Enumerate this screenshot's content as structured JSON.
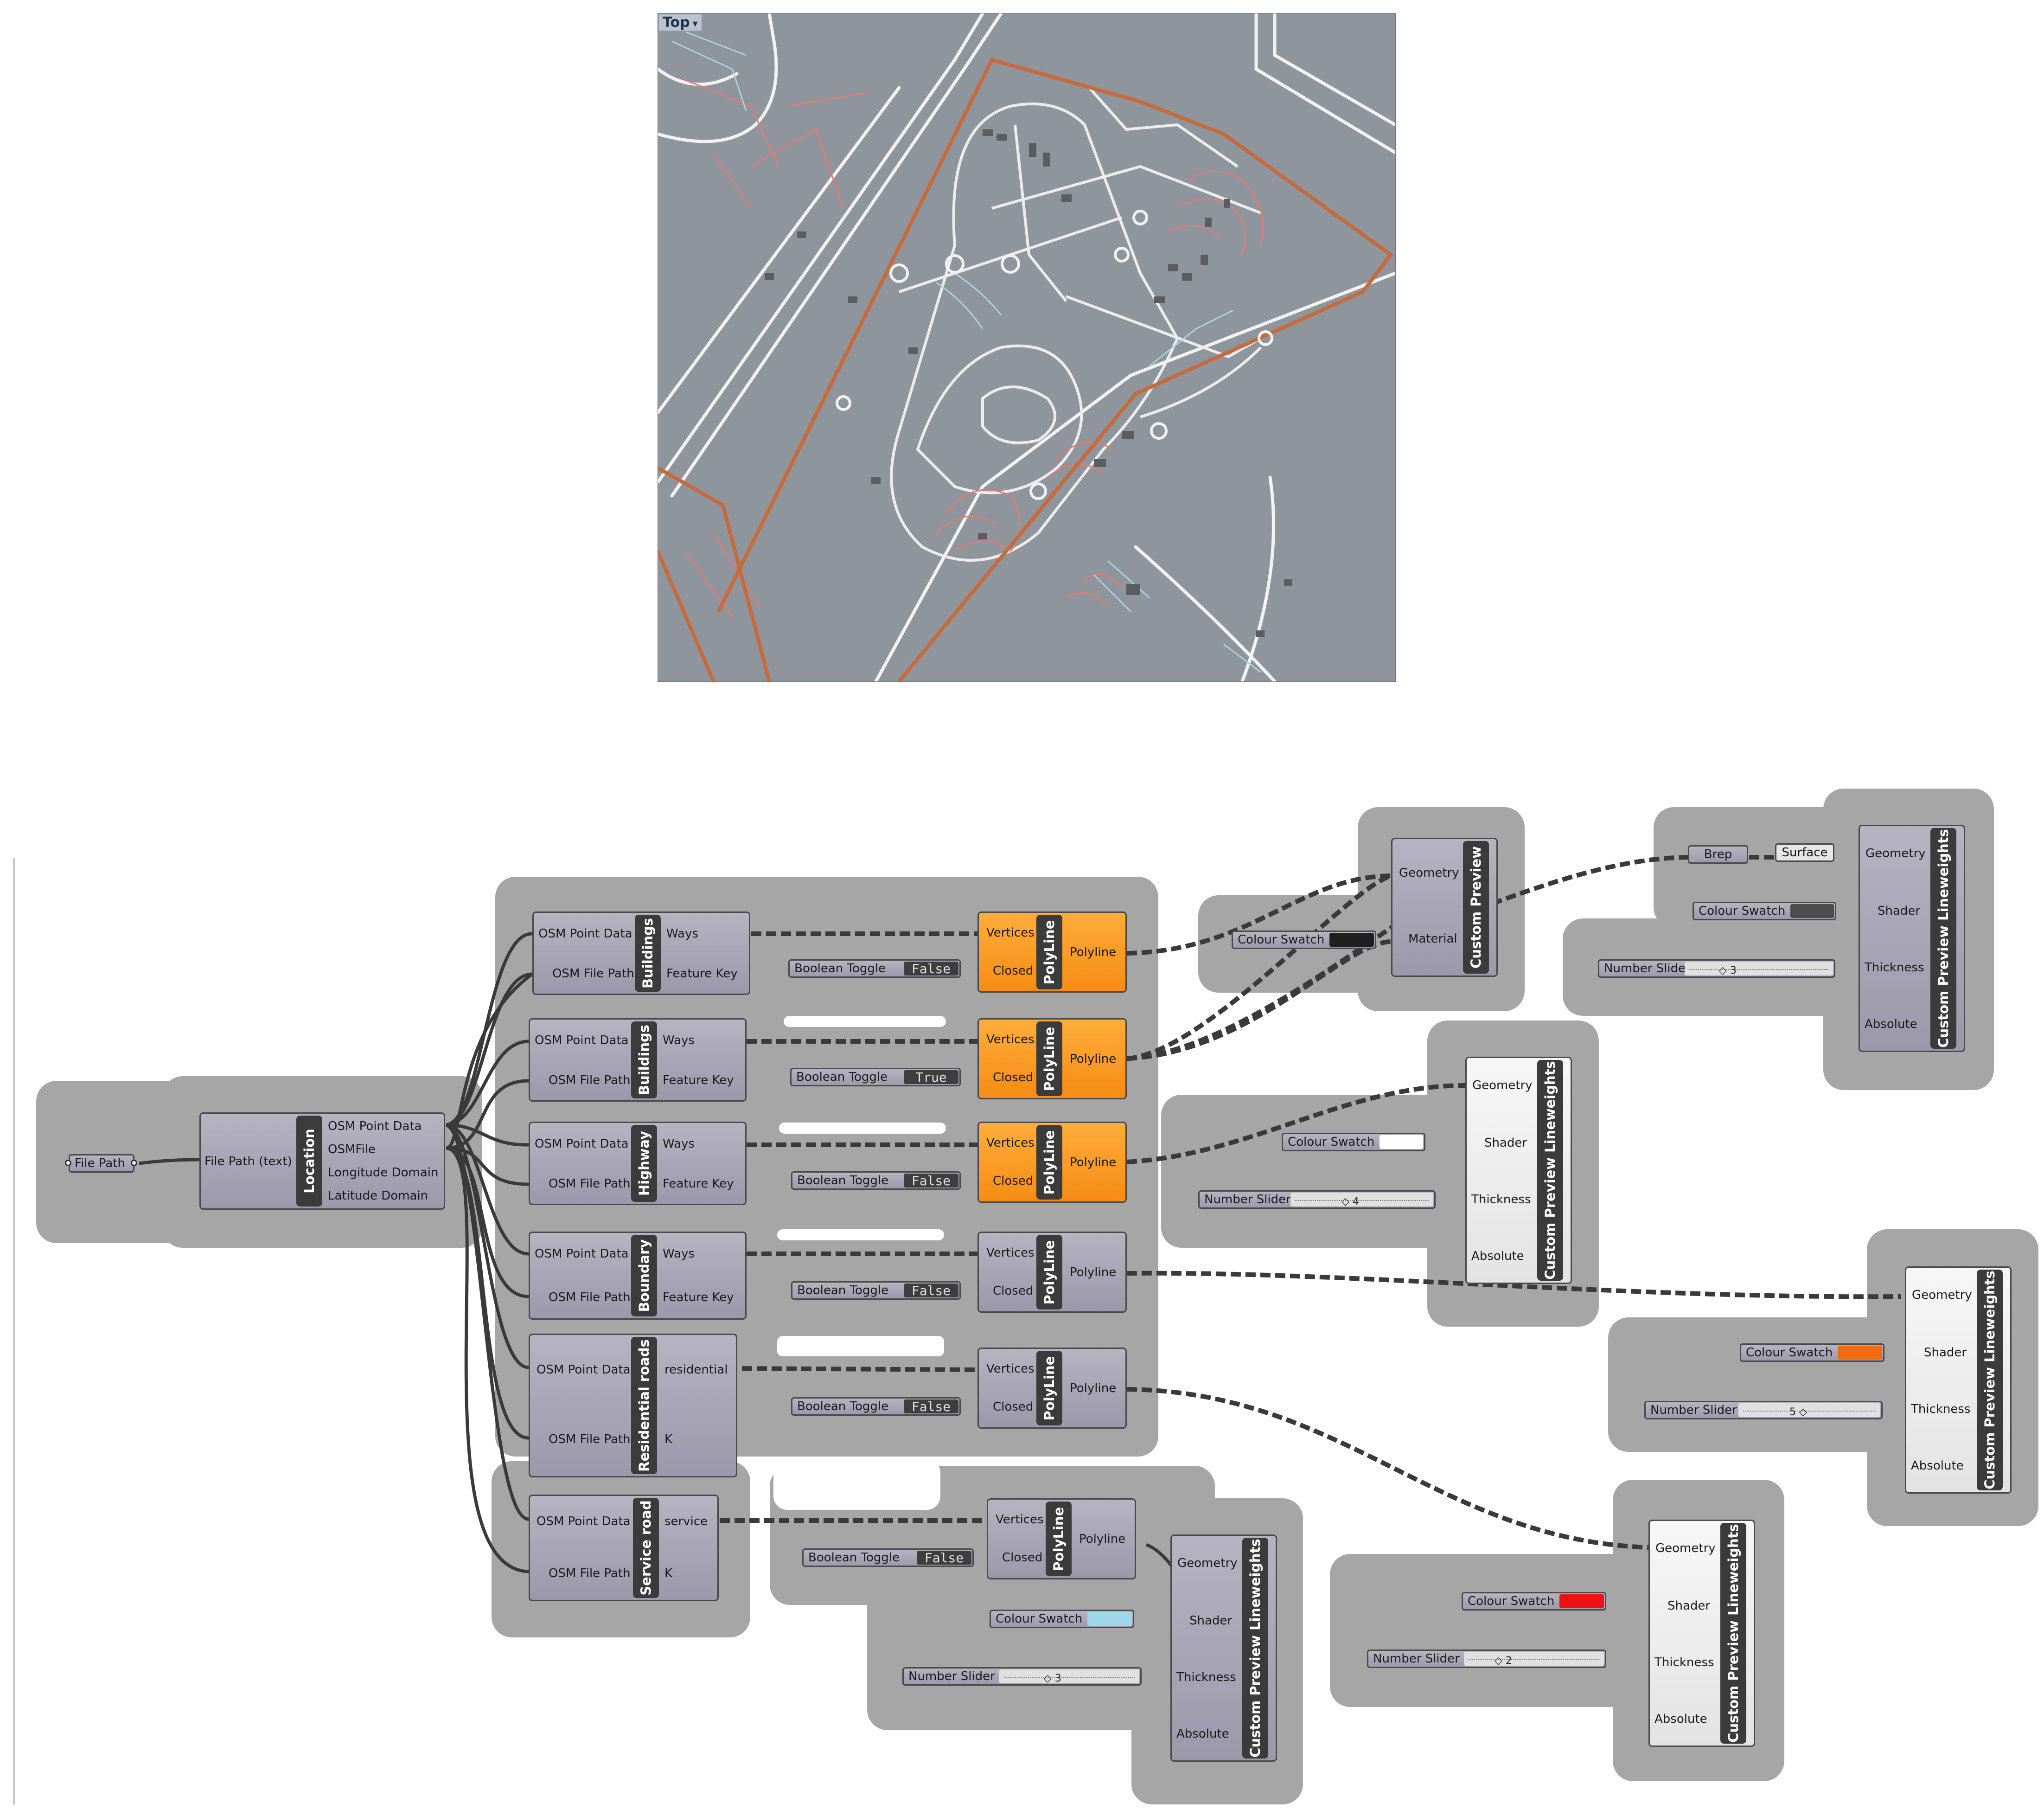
{
  "viewport": {
    "label": "Top",
    "background": "#8e959c",
    "colors": {
      "roads": "#f4f4f4",
      "residential": "#e07a6e",
      "service": "#a9d3e3",
      "boundary": "#c76a3c",
      "buildings": "#55585c"
    }
  },
  "components": {
    "file_path": {
      "label": "File Path"
    },
    "location": {
      "name": "Location",
      "input": "File Path (text)",
      "outputs": [
        "OSM Point Data",
        "OSMFile",
        "Longitude Domain",
        "Latitude Domain"
      ]
    },
    "buildings1": {
      "name": "Buildings",
      "inputs": [
        "OSM Point Data",
        "OSM File Path"
      ],
      "outputs": [
        "Ways",
        "Feature Key"
      ]
    },
    "buildings2": {
      "name": "Buildings",
      "inputs": [
        "OSM Point Data",
        "OSM File Path"
      ],
      "outputs": [
        "Ways",
        "Feature Key"
      ]
    },
    "highway": {
      "name": "Highway",
      "inputs": [
        "OSM Point Data",
        "OSM File Path"
      ],
      "outputs": [
        "Ways",
        "Feature Key"
      ]
    },
    "boundary": {
      "name": "Boundary",
      "inputs": [
        "OSM Point Data",
        "OSM File Path"
      ],
      "outputs": [
        "Ways",
        "Feature Key"
      ]
    },
    "residential": {
      "name": "Residential roads",
      "inputs": [
        "OSM Point Data",
        "OSM File Path"
      ],
      "outputs": [
        "residential",
        "K"
      ]
    },
    "service": {
      "name": "Service road",
      "inputs": [
        "OSM Point Data",
        "OSM File Path"
      ],
      "outputs": [
        "service",
        "K"
      ]
    },
    "polyline": {
      "name": "PolyLine",
      "inputs": [
        "Vertices",
        "Closed"
      ],
      "output": "Polyline"
    },
    "custom_preview": {
      "name": "Custom Preview",
      "inputs": [
        "Geometry",
        "Material"
      ]
    },
    "cpl": {
      "name": "Custom Preview Lineweights",
      "inputs": [
        "Geometry",
        "Shader",
        "Thickness",
        "Absolute"
      ]
    },
    "brep": {
      "label": "Brep"
    },
    "surface": {
      "label": "Surface"
    }
  },
  "toggles": [
    {
      "label": "Boolean Toggle",
      "value": "False"
    },
    {
      "label": "Boolean Toggle",
      "value": "True"
    },
    {
      "label": "Boolean Toggle",
      "value": "False"
    },
    {
      "label": "Boolean Toggle",
      "value": "False"
    },
    {
      "label": "Boolean Toggle",
      "value": "False"
    },
    {
      "label": "Boolean Toggle",
      "value": "False"
    }
  ],
  "swatches": [
    {
      "label": "Colour Swatch",
      "color": "#1f1f1f"
    },
    {
      "label": "Colour Swatch",
      "color": "#4d4d4d"
    },
    {
      "label": "Colour Swatch",
      "color": "#ffffff"
    },
    {
      "label": "Colour Swatch",
      "color": "#f26b0f"
    },
    {
      "label": "Colour Swatch",
      "color": "#ee1111"
    },
    {
      "label": "Colour Swatch",
      "color": "#9fd7ea"
    }
  ],
  "sliders": [
    {
      "label": "Number Slider",
      "value": "3"
    },
    {
      "label": "Number Slider",
      "value": "4"
    },
    {
      "label": "Number Slider",
      "value": "5"
    },
    {
      "label": "Number Slider",
      "value": "2"
    },
    {
      "label": "Number Slider",
      "value": "3"
    }
  ]
}
